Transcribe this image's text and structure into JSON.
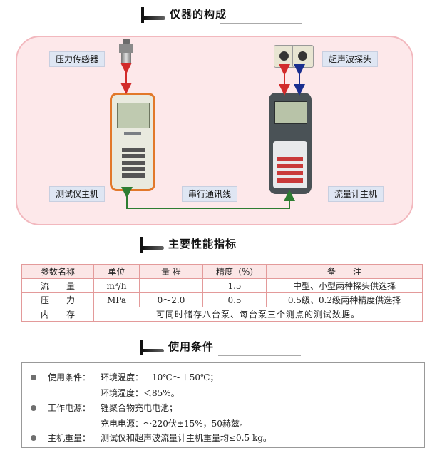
{
  "sections": {
    "composition": "仪器的构成",
    "performance": "主要性能指标",
    "conditions": "使用条件"
  },
  "diagram": {
    "pressure_sensor": "压力传感器",
    "ultrasonic_probe": "超声波探头",
    "tester_main": "测试仪主机",
    "serial_cable": "串行通讯线",
    "flowmeter_main": "流量计主机",
    "colors": {
      "red_arrow": "#d22b2b",
      "blue_arrow": "#1a2e8f",
      "green_arrow": "#2e7d32",
      "panel_bg": "#fde8ea"
    }
  },
  "table": {
    "headers": [
      "参数名称",
      "单位",
      "量 程",
      "精度（%)",
      "备　　注"
    ],
    "rows": [
      {
        "name": "流　　量",
        "unit": "m³/h",
        "range": "",
        "precision": "1.5",
        "note": "中型、小型两种探头供选择"
      },
      {
        "name": "压　　力",
        "unit": "MPa",
        "range": "0～2.0",
        "precision": "0.5",
        "note": "0.5级、0.2级两种精度供选择"
      },
      {
        "name": "内　　存",
        "merged": "可同时储存八台泵、每台泵三个测点的测试数据。"
      }
    ]
  },
  "conditions": {
    "items": [
      {
        "label": "使用条件：",
        "lines": [
          "环境温度：－10℃～＋50℃；",
          "环境湿度：＜85%。"
        ]
      },
      {
        "label": "工作电源：",
        "lines": [
          "锂聚合物充电电池；",
          "充电电源：～220伏±15%，50赫兹。"
        ]
      },
      {
        "label": "主机重量：",
        "lines": [
          "测试仪和超声波流量计主机重量均≤0.5 kg。"
        ]
      }
    ]
  }
}
